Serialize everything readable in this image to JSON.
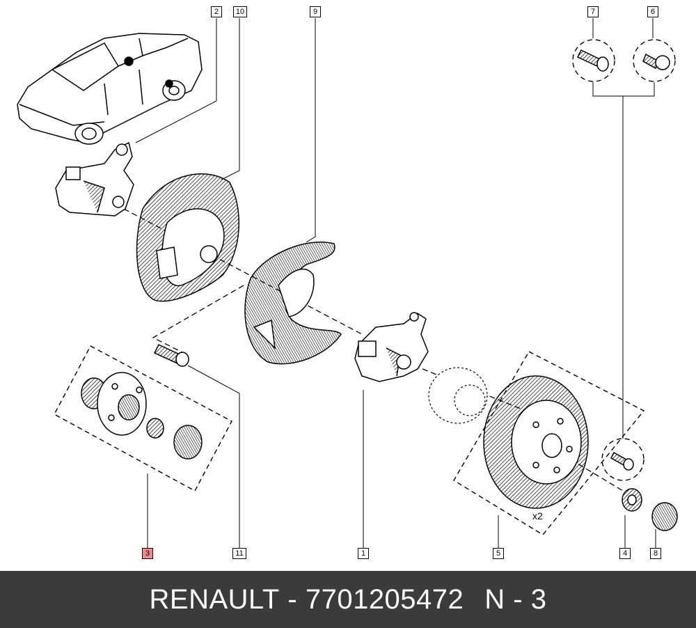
{
  "callouts": {
    "c1": "1",
    "c2": "2",
    "c3": "3",
    "c4": "4",
    "c5": "5",
    "c6": "6",
    "c7": "7",
    "c8": "8",
    "c9": "9",
    "c10": "10",
    "c11": "11"
  },
  "annotations": {
    "x2": "x2"
  },
  "footer": {
    "brand": "RENAULT",
    "sep": "-",
    "part_number": "7701205472",
    "ref": "N - 3"
  },
  "colors": {
    "footer_bg": "#3b3b3b",
    "highlight": "#f28a8a"
  }
}
